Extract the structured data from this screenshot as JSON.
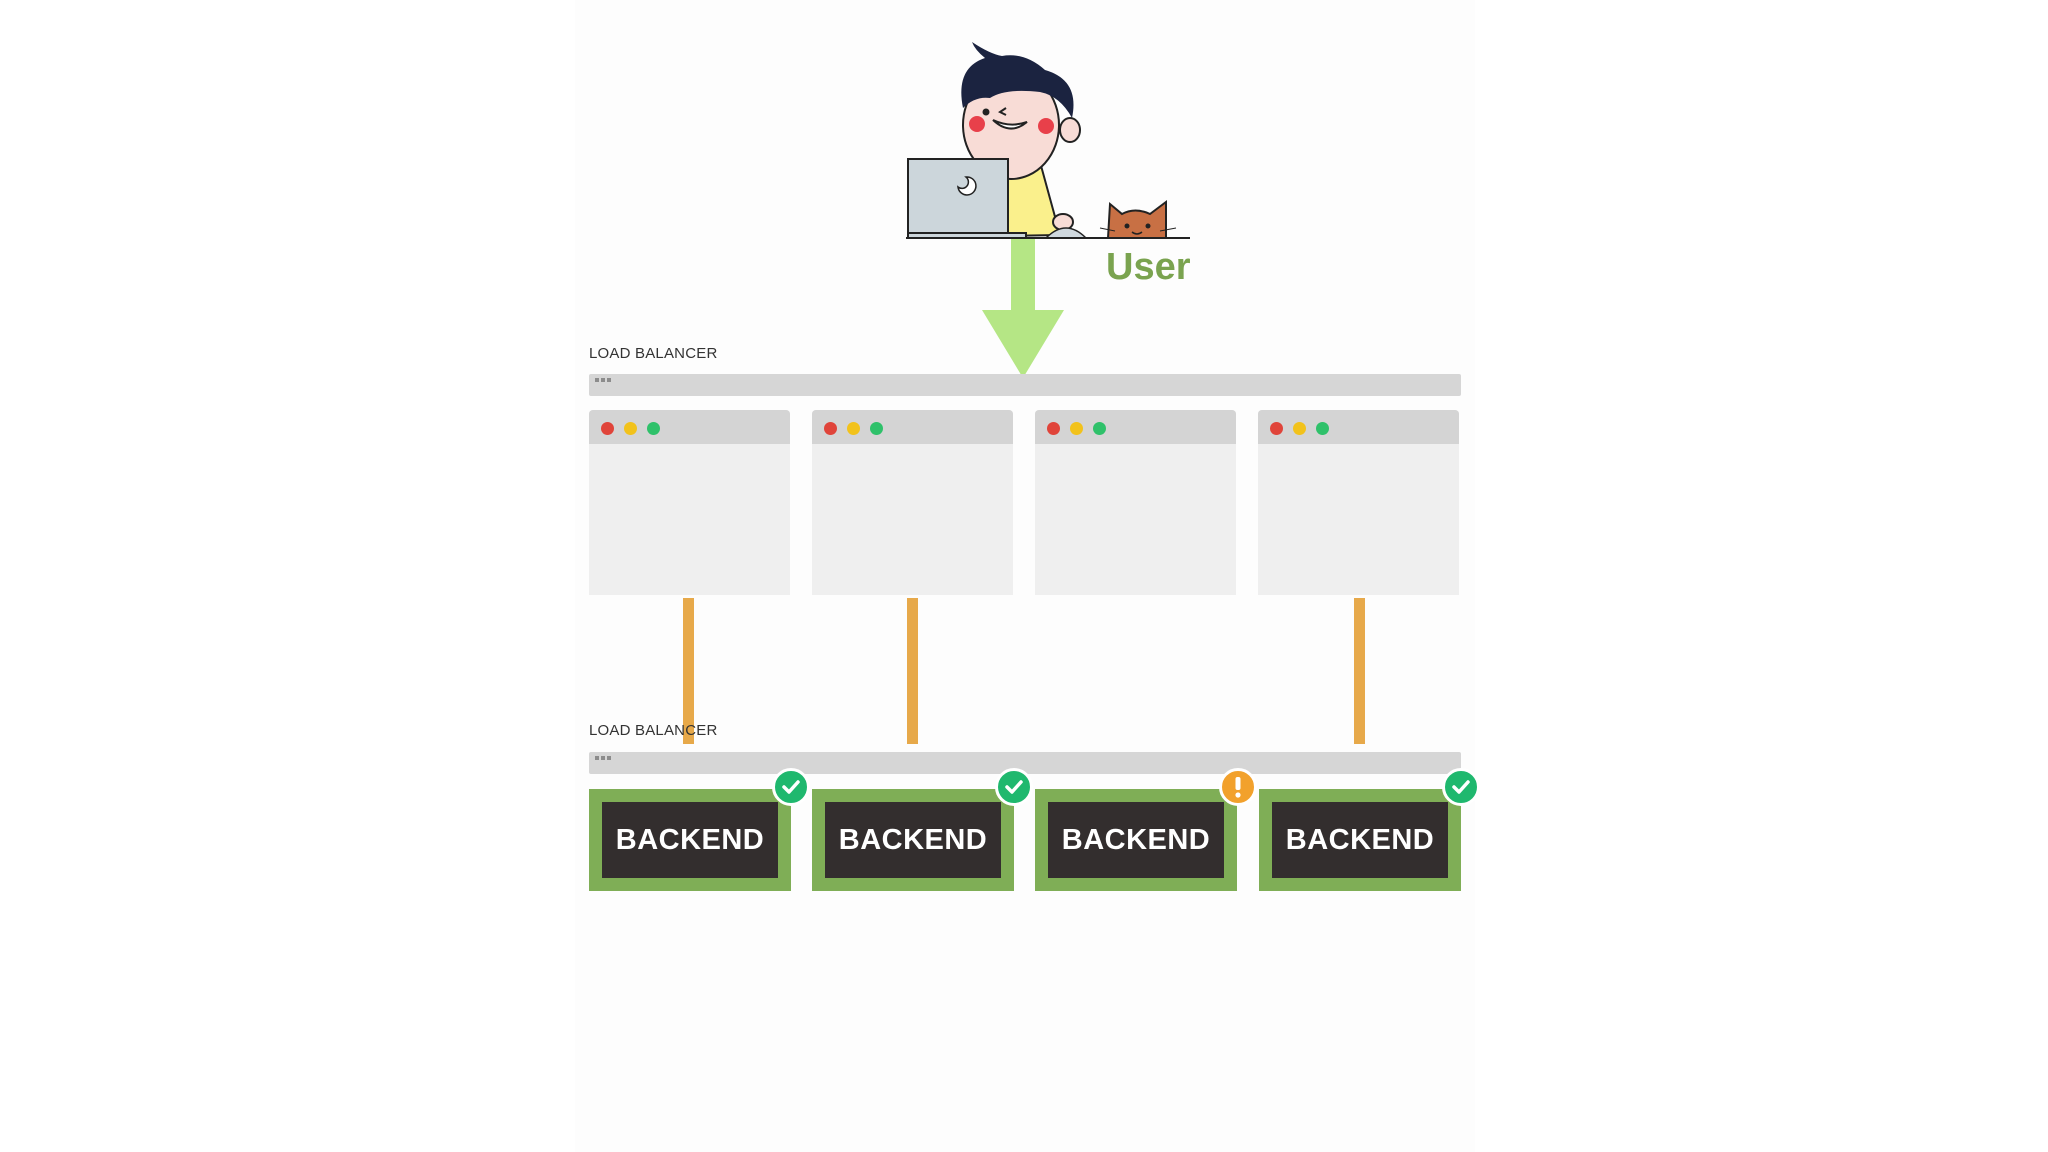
{
  "user": {
    "label": "User"
  },
  "load_balancers": [
    {
      "label": "LOAD BALANCER"
    },
    {
      "label": "LOAD BALANCER"
    }
  ],
  "backends": [
    {
      "label": "BACKEND",
      "status": "ok"
    },
    {
      "label": "BACKEND",
      "status": "ok"
    },
    {
      "label": "BACKEND",
      "status": "warning"
    },
    {
      "label": "BACKEND",
      "status": "ok"
    }
  ],
  "icons": {
    "user": "person-with-laptop-icon",
    "cat": "cat-icon",
    "arrow": "arrow-down-icon",
    "ok": "checkmark-icon",
    "warning": "exclamation-icon"
  },
  "colors": {
    "user_text": "#7aa34f",
    "arrow": "#b5e685",
    "connector": "#e7a94a",
    "backend_frame": "#7fae56",
    "backend_fill": "#332e2e",
    "status_ok": "#1fb86e",
    "status_warning": "#f2a12c",
    "window_red": "#e0443a",
    "window_yellow": "#f2c21b",
    "window_green": "#2fc16a"
  }
}
